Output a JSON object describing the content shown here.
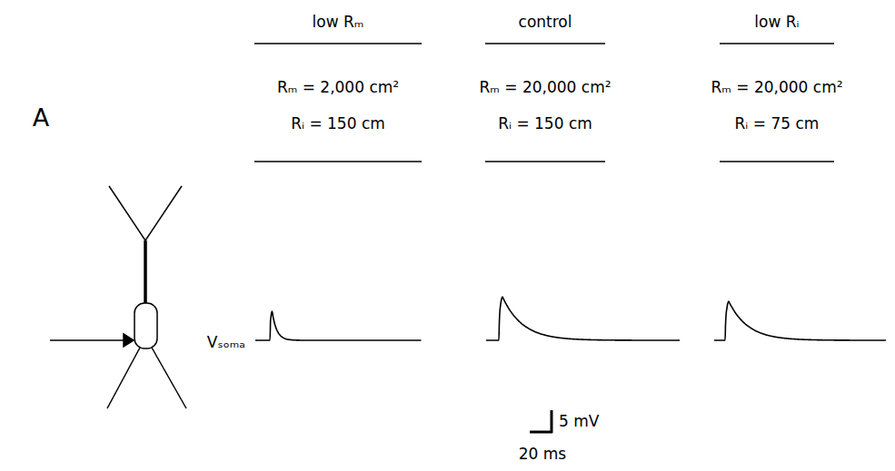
{
  "diagram": {
    "labels": [
      "A",
      "low Rₘ",
      "control",
      "low Rᵢ",
      "Rₘ = 2,000 cm²",
      "Rᵢ = 150 cm",
      "Rₘ = 20,000 cm²",
      "Rᵢ = 150 cm",
      "Rₘ = 20,000 cm²",
      "Rᵢ = 75 cm",
      "Vₛₒₘₐ",
      "5 mV",
      "20 ms"
    ]
  }
}
